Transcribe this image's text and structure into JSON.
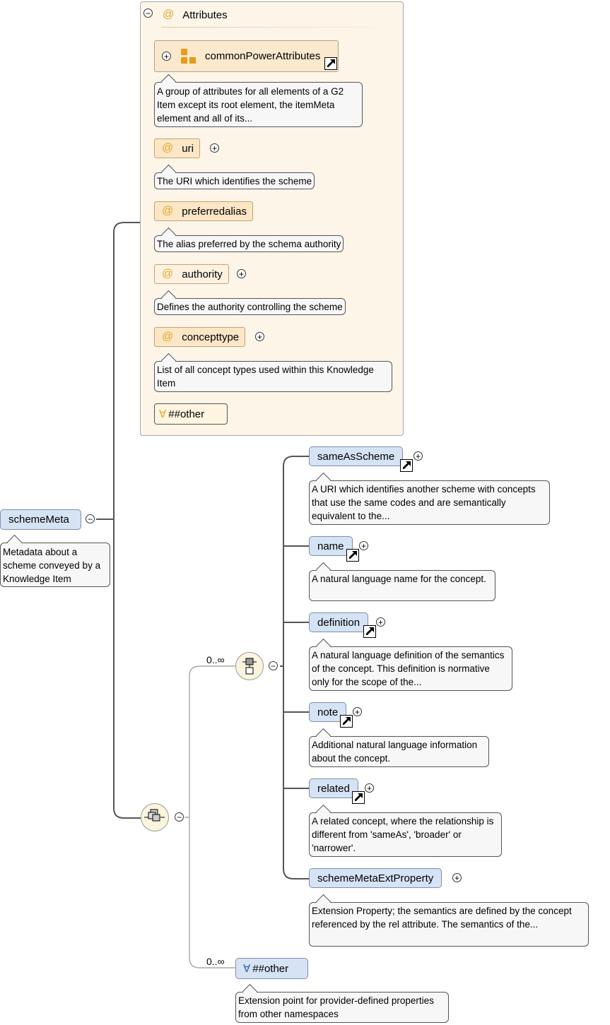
{
  "root": {
    "name": "schemeMeta",
    "doc": "Metadata about a scheme conveyed by a Knowledge Item"
  },
  "attributes": {
    "title": "Attributes",
    "group": {
      "name": "commonPowerAttributes",
      "doc": "A group of attributes for all elements of a G2 Item except its root element, the itemMeta element and all of its..."
    },
    "items": [
      {
        "name": "uri",
        "doc": "The URI which identifies the scheme"
      },
      {
        "name": "preferredalias",
        "doc": "The alias preferred by the schema authority"
      },
      {
        "name": "authority",
        "doc": "Defines the authority controlling the scheme"
      },
      {
        "name": "concepttype",
        "doc": "List of all concept types used within this Knowledge Item"
      }
    ],
    "any": "##other"
  },
  "sequence": {
    "cardinality": "0..∞",
    "elements": [
      {
        "name": "sameAsScheme",
        "doc": "A URI which identifies another scheme with concepts that use the same codes and are semantically equivalent to the..."
      },
      {
        "name": "name",
        "doc": "A natural language name for the concept."
      },
      {
        "name": "definition",
        "doc": "A natural language definition of the semantics of the concept. This definition is normative only for the scope of the..."
      },
      {
        "name": "note",
        "doc": "Additional natural language information about the concept."
      },
      {
        "name": "related",
        "doc": "A related concept, where the relationship is different from 'sameAs', 'broader' or 'narrower'."
      },
      {
        "name": "schemeMetaExtProperty",
        "doc": "Extension Property; the semantics are defined by the concept referenced by the rel attribute. The semantics of the..."
      }
    ]
  },
  "any_other": {
    "cardinality": "0..∞",
    "name": "##other",
    "doc": "Extension point for provider-defined properties from other namespaces"
  },
  "symbols": {
    "attr": "@",
    "any": "∀",
    "collapse": "−",
    "expand": "+"
  }
}
